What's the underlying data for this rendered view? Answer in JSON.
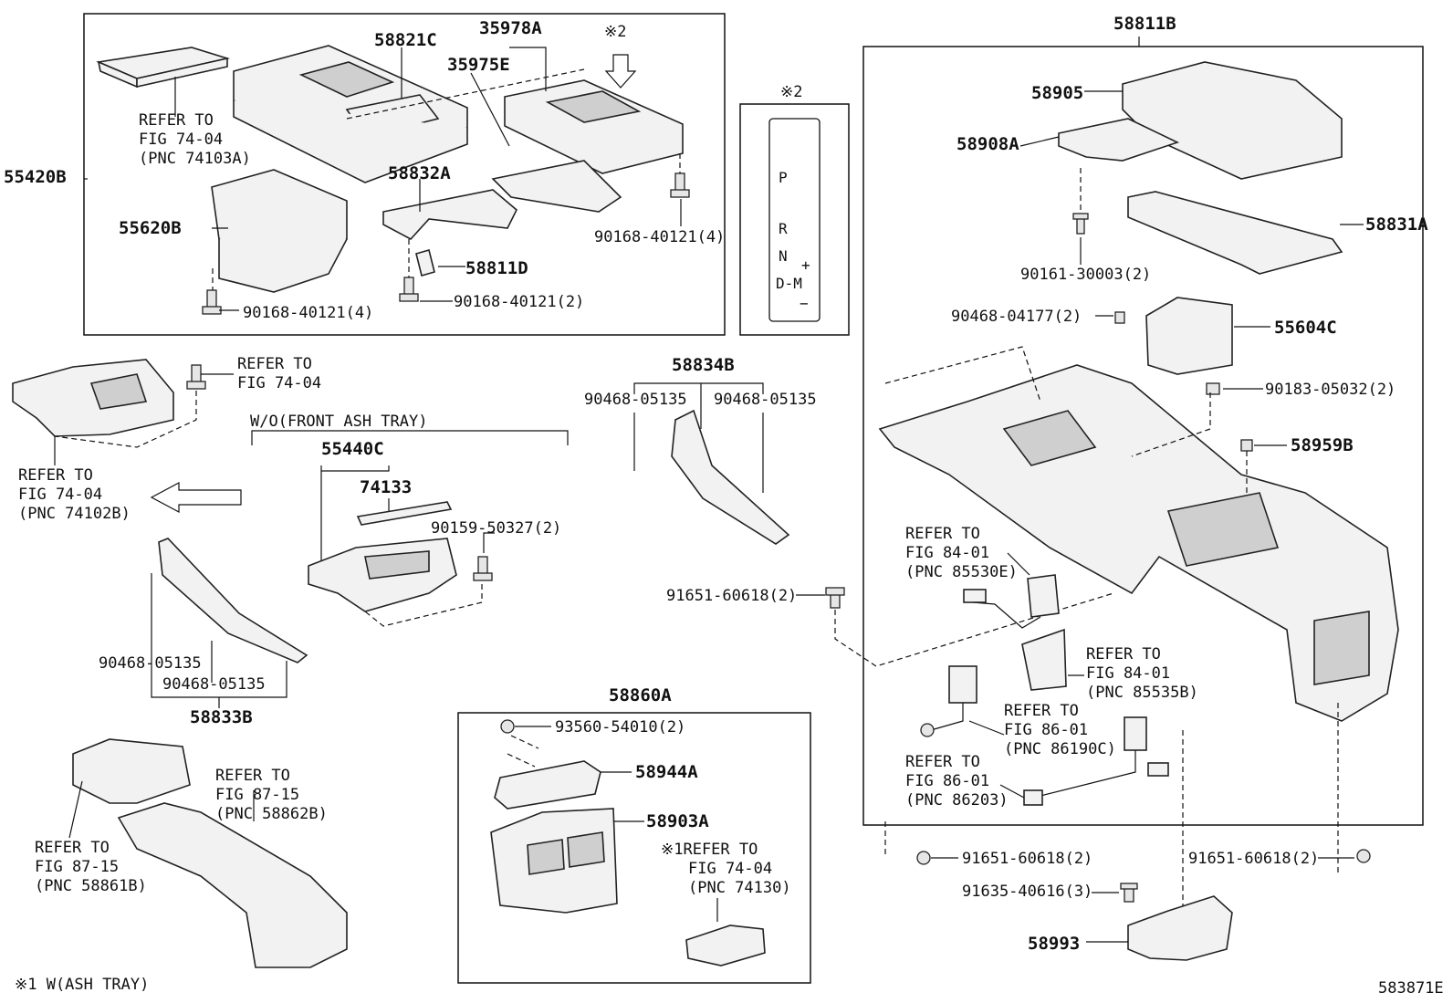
{
  "figure_code": "583871E",
  "footnote": "※1 W(ASH TRAY)",
  "group_note_front": "W/O(FRONT ASH TRAY)",
  "shift_gate": {
    "mark": "※2",
    "letters": [
      "P",
      "R",
      "N",
      "D-M"
    ],
    "plus": "+",
    "minus": "−"
  },
  "part_numbers": {
    "p58821C": "58821C",
    "p35978A": "35978A",
    "p35975E": "35975E",
    "mark2": "※2",
    "p55420B": "55420B",
    "p55620B": "55620B",
    "p58832A": "58832A",
    "p58811D": "58811D",
    "p58834B": "58834B",
    "p55440C": "55440C",
    "p74133": "74133",
    "p58833B": "58833B",
    "p58860A": "58860A",
    "p58944A": "58944A",
    "p58903A": "58903A",
    "p58811B": "58811B",
    "p58905": "58905",
    "p58908A": "58908A",
    "p58831A": "58831A",
    "p55604C": "55604C",
    "p58959B": "58959B",
    "p58993": "58993"
  },
  "fasteners": {
    "b1": "90168-40121(4)",
    "b2": "90168-40121(4)",
    "b3": "90168-40121(2)",
    "b4": "90468-05135",
    "b5": "90468-05135",
    "b6": "90159-50327(2)",
    "b7": "90468-05135",
    "b8": "90468-05135",
    "b9": "91651-60618(2)",
    "b10": "93560-54010(2)",
    "b11": "90161-30003(2)",
    "b12": "90468-04177(2)",
    "b13": "90183-05032(2)",
    "b14": "91651-60618(2)",
    "b15": "91651-60618(2)",
    "b16": "91635-40616(3)"
  },
  "refs": {
    "r1": [
      "REFER TO",
      "FIG 74-04",
      "(PNC 74103A)"
    ],
    "r2": [
      "REFER TO",
      "FIG 74-04"
    ],
    "r3": [
      "REFER TO",
      "FIG 74-04",
      "(PNC 74102B)"
    ],
    "r4": [
      "REFER TO",
      "FIG 87-15",
      "(PNC 58862B)"
    ],
    "r5": [
      "REFER TO",
      "FIG 87-15",
      "(PNC 58861B)"
    ],
    "r6": [
      "※1REFER TO",
      "FIG 74-04",
      "(PNC 74130)"
    ],
    "r7": [
      "REFER TO",
      "FIG 84-01",
      "(PNC 85530E)"
    ],
    "r8": [
      "REFER TO",
      "FIG 84-01",
      "(PNC 85535B)"
    ],
    "r9": [
      "REFER TO",
      "FIG 86-01",
      "(PNC 86190C)"
    ],
    "r10": [
      "REFER TO",
      "FIG 86-01",
      "(PNC 86203)"
    ]
  }
}
